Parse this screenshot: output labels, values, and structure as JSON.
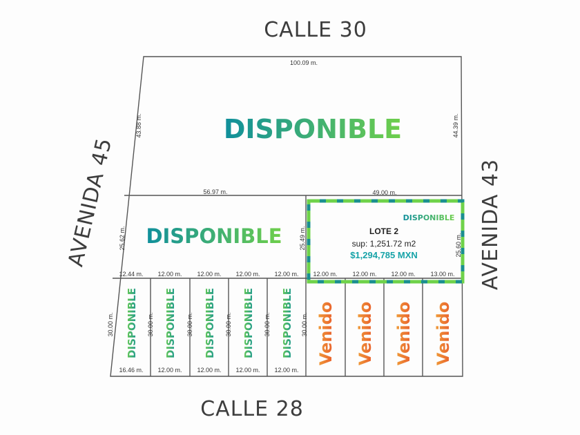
{
  "streets": {
    "top": "CALLE 30",
    "bottom": "CALLE 28",
    "left": "AVENIDA 45",
    "right": "AVENIDA 43"
  },
  "colors": {
    "available_start": "#0f8f9c",
    "available_end": "#6fcf4b",
    "sold_start": "#e8552a",
    "sold_end": "#f0a33a",
    "price": "#17a3a8",
    "highlight_dash_a": "#1a8f8f",
    "highlight_dash_b": "#6fd24a"
  },
  "measurements": {
    "top_edge": "100.09 m.",
    "upper_left": "43.88 m.",
    "upper_right": "44.39 m.",
    "middle_left_top": "56.97 m.",
    "middle_right_top": "49.00 m.",
    "mid_left_side": "25.62 m.",
    "mid_center_side": "25.49 m.",
    "mid_right_side": "25.60 m.",
    "row_top": [
      "12.44 m.",
      "12.00 m.",
      "12.00 m.",
      "12.00 m.",
      "12.00 m.",
      "12.00 m.",
      "12.00 m.",
      "12.00 m.",
      "13.00 m."
    ],
    "row_depths": [
      "30.00 m.",
      "30.00 m.",
      "30.00 m.",
      "30.00 m.",
      "30.00 m.",
      "30.00 m."
    ],
    "row_bottom": [
      "16.46 m.",
      "12.00 m.",
      "12.00 m.",
      "12.00 m.",
      "12.00 m."
    ]
  },
  "lots": {
    "big_top": {
      "status": "DISPONIBLE"
    },
    "middle_left": {
      "status": "DISPONIBLE"
    },
    "lote2": {
      "status": "DISPONIBLE",
      "name": "LOTE 2",
      "area": "sup: 1,251.72 m2",
      "price": "$1,294,785 MXN"
    },
    "small_available": [
      "DISPONIBLE",
      "DISPONIBLE",
      "DISPONIBLE",
      "DISPONIBLE",
      "DISPONIBLE"
    ],
    "small_sold": [
      "Venido",
      "Venido",
      "Venido",
      "Venido"
    ]
  }
}
